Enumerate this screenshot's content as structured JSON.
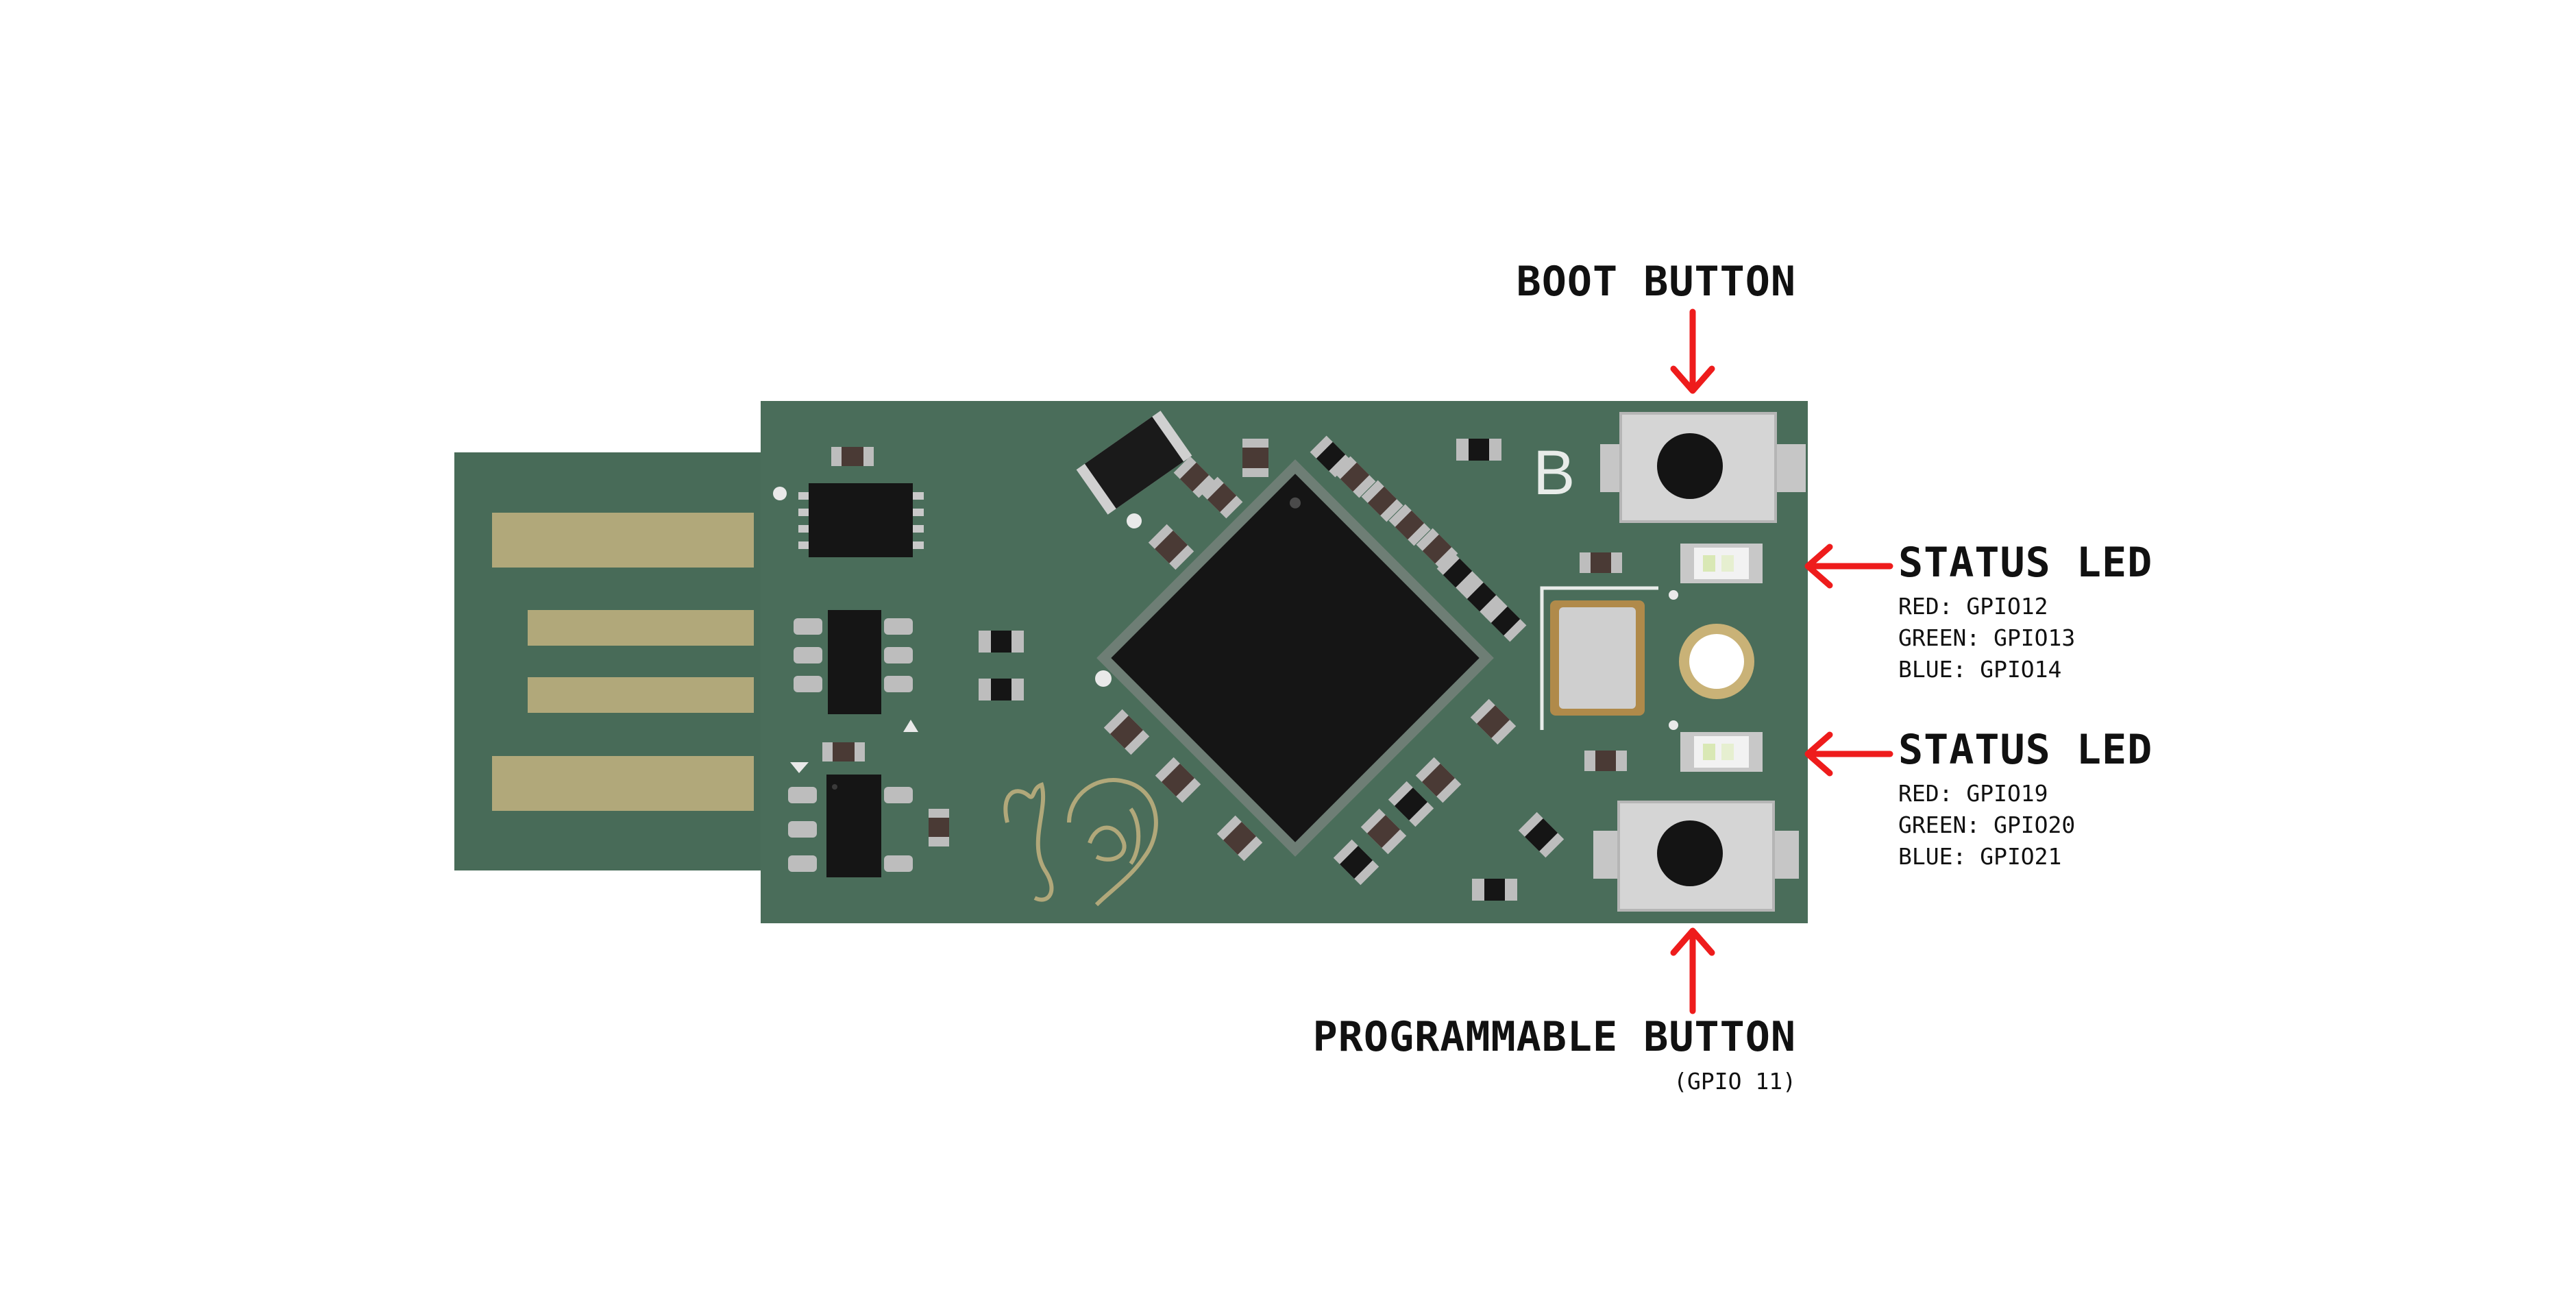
{
  "labels": {
    "boot_button": "BOOT BUTTON",
    "status_led_1": {
      "title": "STATUS LED",
      "red": "RED: GPIO12",
      "green": "GREEN: GPIO13",
      "blue": "BLUE: GPIO14"
    },
    "status_led_2": {
      "title": "STATUS LED",
      "red": "RED: GPIO19",
      "green": "GREEN: GPIO20",
      "blue": "BLUE: GPIO21"
    },
    "programmable_button": "PROGRAMMABLE BUTTON",
    "programmable_button_gpio": "(GPIO 11)"
  },
  "silkscreen": {
    "board_letter": "B"
  },
  "colors": {
    "pcb": "#4a6d5a",
    "pcb_connector": "#486b58",
    "gold_pad": "#b1a87a",
    "arrow": "#ee1c1c",
    "chip": "#151515",
    "text": "#111111"
  }
}
